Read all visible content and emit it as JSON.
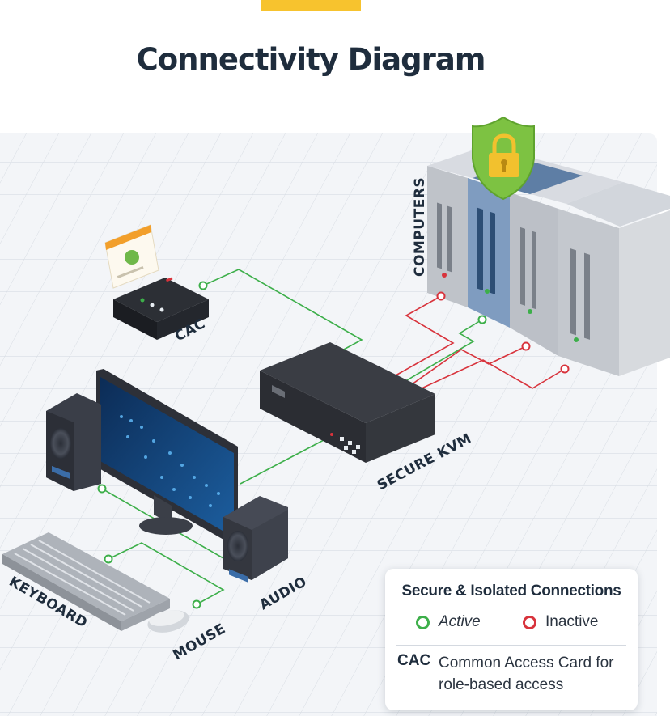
{
  "page": {
    "title": "Connectivity Diagram",
    "accent_color": "#f7c32e",
    "panel_color": "#f3f5f8"
  },
  "devices": {
    "computers": {
      "label": "COMPUTERS",
      "icon": "server-rack-icon",
      "badge_icon": "lock-shield-icon"
    },
    "cac": {
      "label": "CAC",
      "icon": "card-reader-icon",
      "card_icon": "access-card-icon"
    },
    "kvm": {
      "label": "SECURE KVM",
      "icon": "kvm-switch-icon"
    },
    "monitor": {
      "icon": "monitor-icon"
    },
    "audio": {
      "label": "AUDIO",
      "icon": "speaker-icon"
    },
    "keyboard": {
      "label": "KEYBOARD",
      "icon": "keyboard-icon"
    },
    "mouse": {
      "label": "MOUSE",
      "icon": "mouse-icon"
    }
  },
  "colors": {
    "active": "#3daf4a",
    "inactive": "#d8333c",
    "label": "#1f2d3d",
    "lock_shield": "#7dc242",
    "lock": "#f2c12e"
  },
  "legend": {
    "title": "Secure & Isolated Connections",
    "active_label": "Active",
    "inactive_label": "Inactive",
    "abbr": "CAC",
    "abbr_description": "Common Access Card for role-based access"
  }
}
